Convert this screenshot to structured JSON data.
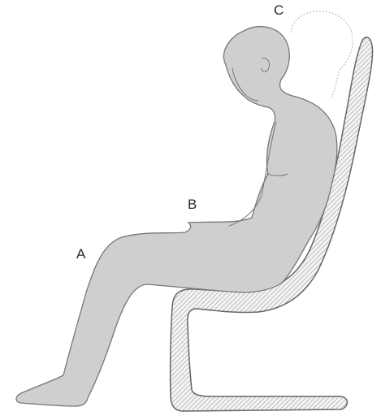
{
  "labels": {
    "a": "A",
    "b": "B",
    "c": "C"
  },
  "colors": {
    "figure_fill": "#cfcfcf",
    "figure_stroke": "#777777",
    "chair_hatch": "#8a8a8a",
    "chair_stroke": "#666666",
    "ghost_outline": "#bdbdbd"
  }
}
